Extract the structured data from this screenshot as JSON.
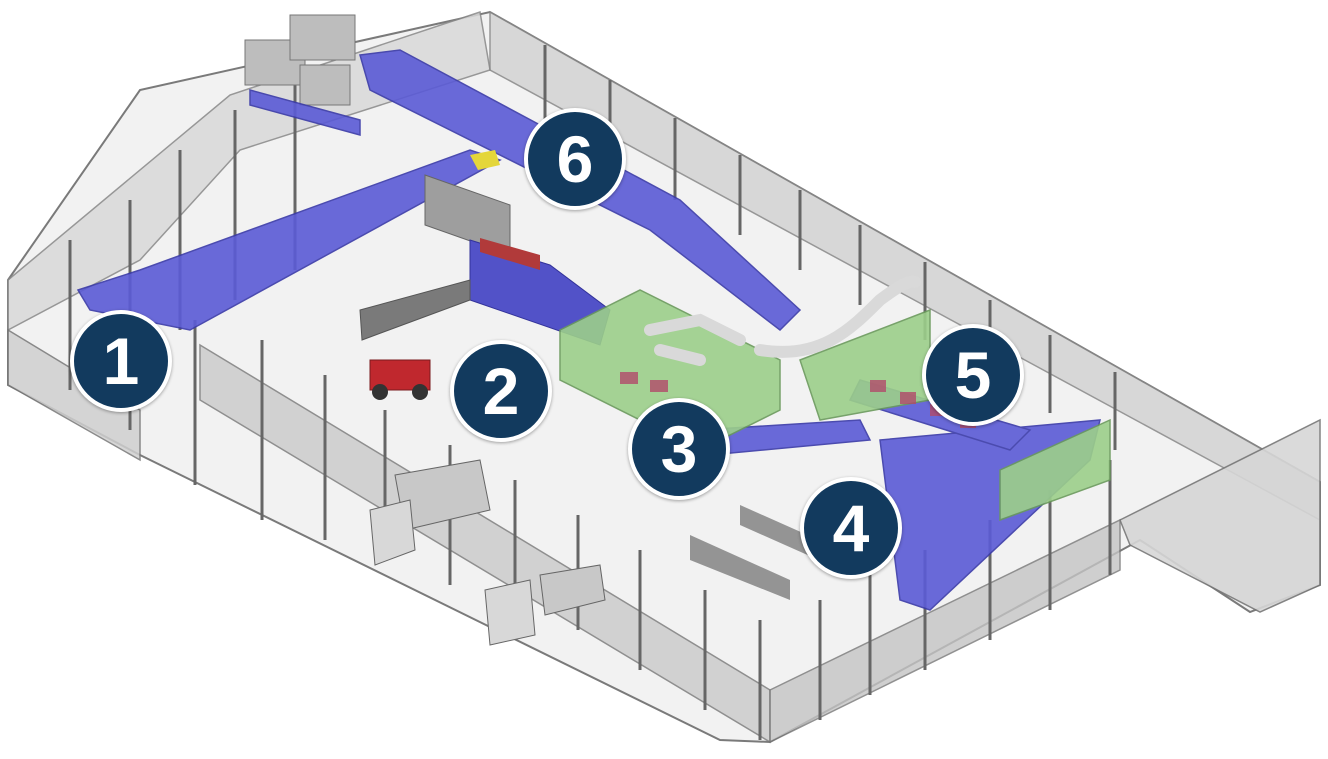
{
  "markers": [
    {
      "id": "1",
      "label": "1"
    },
    {
      "id": "2",
      "label": "2"
    },
    {
      "id": "3",
      "label": "3"
    },
    {
      "id": "4",
      "label": "4"
    },
    {
      "id": "5",
      "label": "5"
    },
    {
      "id": "6",
      "label": "6"
    }
  ],
  "colors": {
    "marker_fill": "#123a5e",
    "conveyor": "#5b5bd6",
    "wall": "#c8c8c8",
    "platform": "#9ccf8a",
    "duct": "#e6e6e6",
    "truck": "#d0d0d0",
    "forklift": "#c0282e",
    "bunker_red": "#b13a3a"
  }
}
